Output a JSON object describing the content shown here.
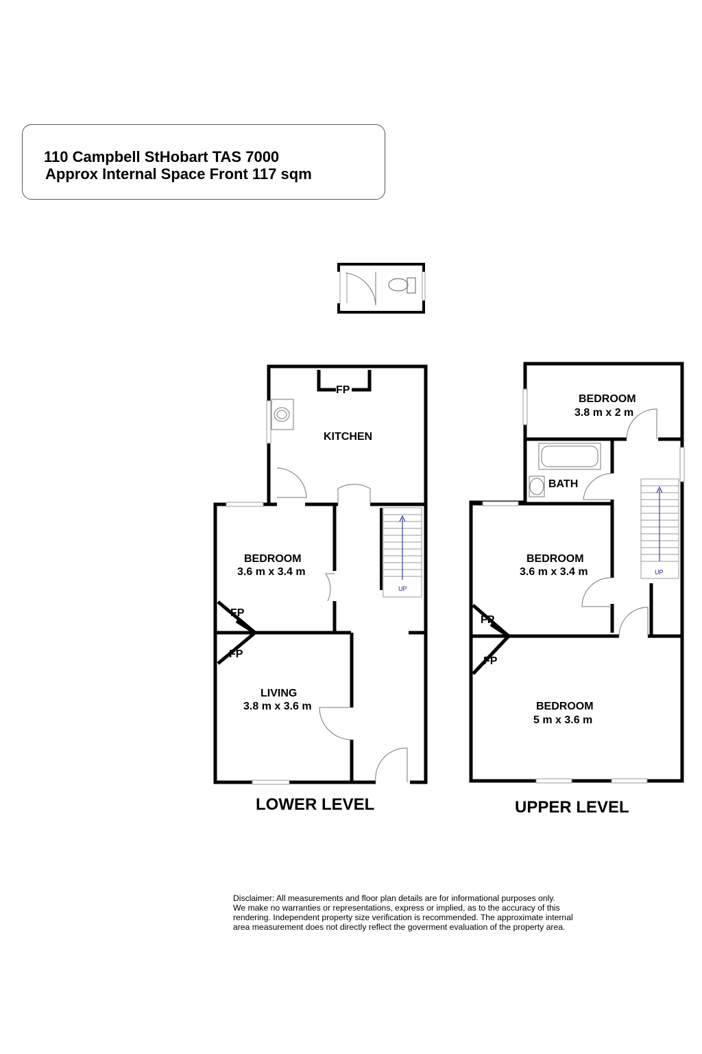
{
  "header": {
    "line1": "110 Campbell StHobart TAS 7000",
    "line2": "Approx Internal Space Front 117 sqm"
  },
  "lower_level": {
    "caption": "LOWER LEVEL",
    "kitchen": {
      "name": "KITCHEN",
      "fireplace": "FP"
    },
    "bedroom": {
      "name": "BEDROOM",
      "dims": "3.6 m x 3.4 m",
      "fireplace": "FP"
    },
    "living": {
      "name": "LIVING",
      "dims": "3.8 m x 3.6 m",
      "fireplace": "FP"
    },
    "stairs": "UP"
  },
  "upper_level": {
    "caption": "UPPER LEVEL",
    "bedroom_top": {
      "name": "BEDROOM",
      "dims": "3.8 m x 2 m"
    },
    "bath": {
      "name": "BATH"
    },
    "bedroom_mid": {
      "name": "BEDROOM",
      "dims": "3.6 m x 3.4 m",
      "fireplace": "FP"
    },
    "bedroom_bottom": {
      "name": "BEDROOM",
      "dims": "5 m x 3.6 m",
      "fireplace": "FP"
    },
    "stairs": "UP"
  },
  "disclaimer": "Disclaimer: All measurements and floor plan details are for informational purposes only.\n We  make no warranties or representations, express or implied, as to the accuracy of this\nrendering. Independent property size verification is recommended. The approximate internal\narea measurement does not directly reflect the goverment evaluation of the property area."
}
